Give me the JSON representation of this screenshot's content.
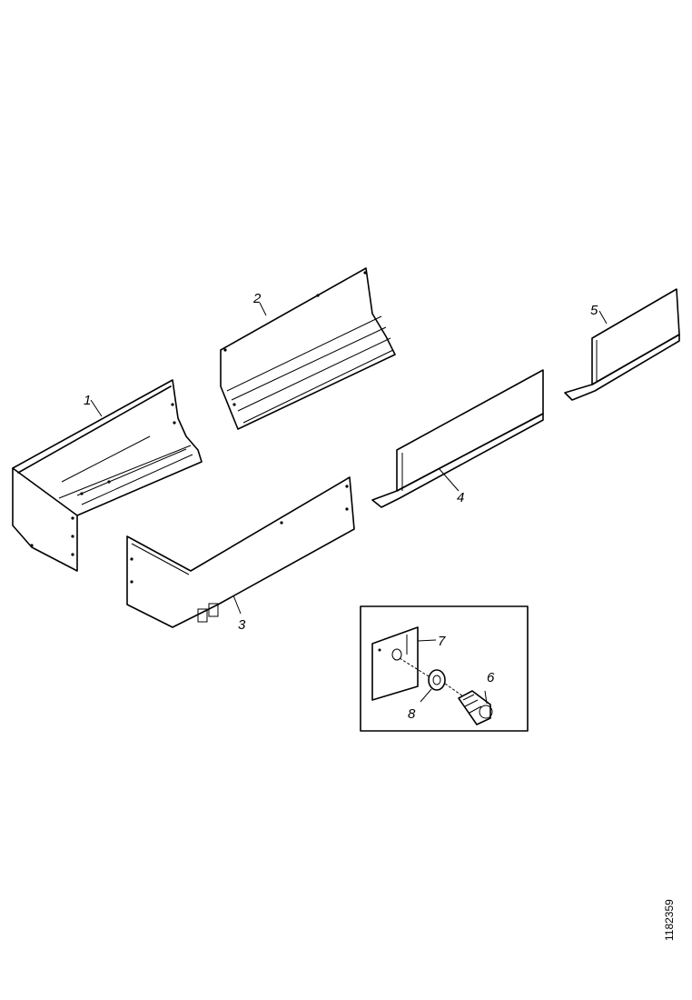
{
  "diagram": {
    "callouts": [
      "1",
      "2",
      "3",
      "4",
      "5",
      "6",
      "7",
      "8"
    ],
    "document_id": "1182359"
  }
}
